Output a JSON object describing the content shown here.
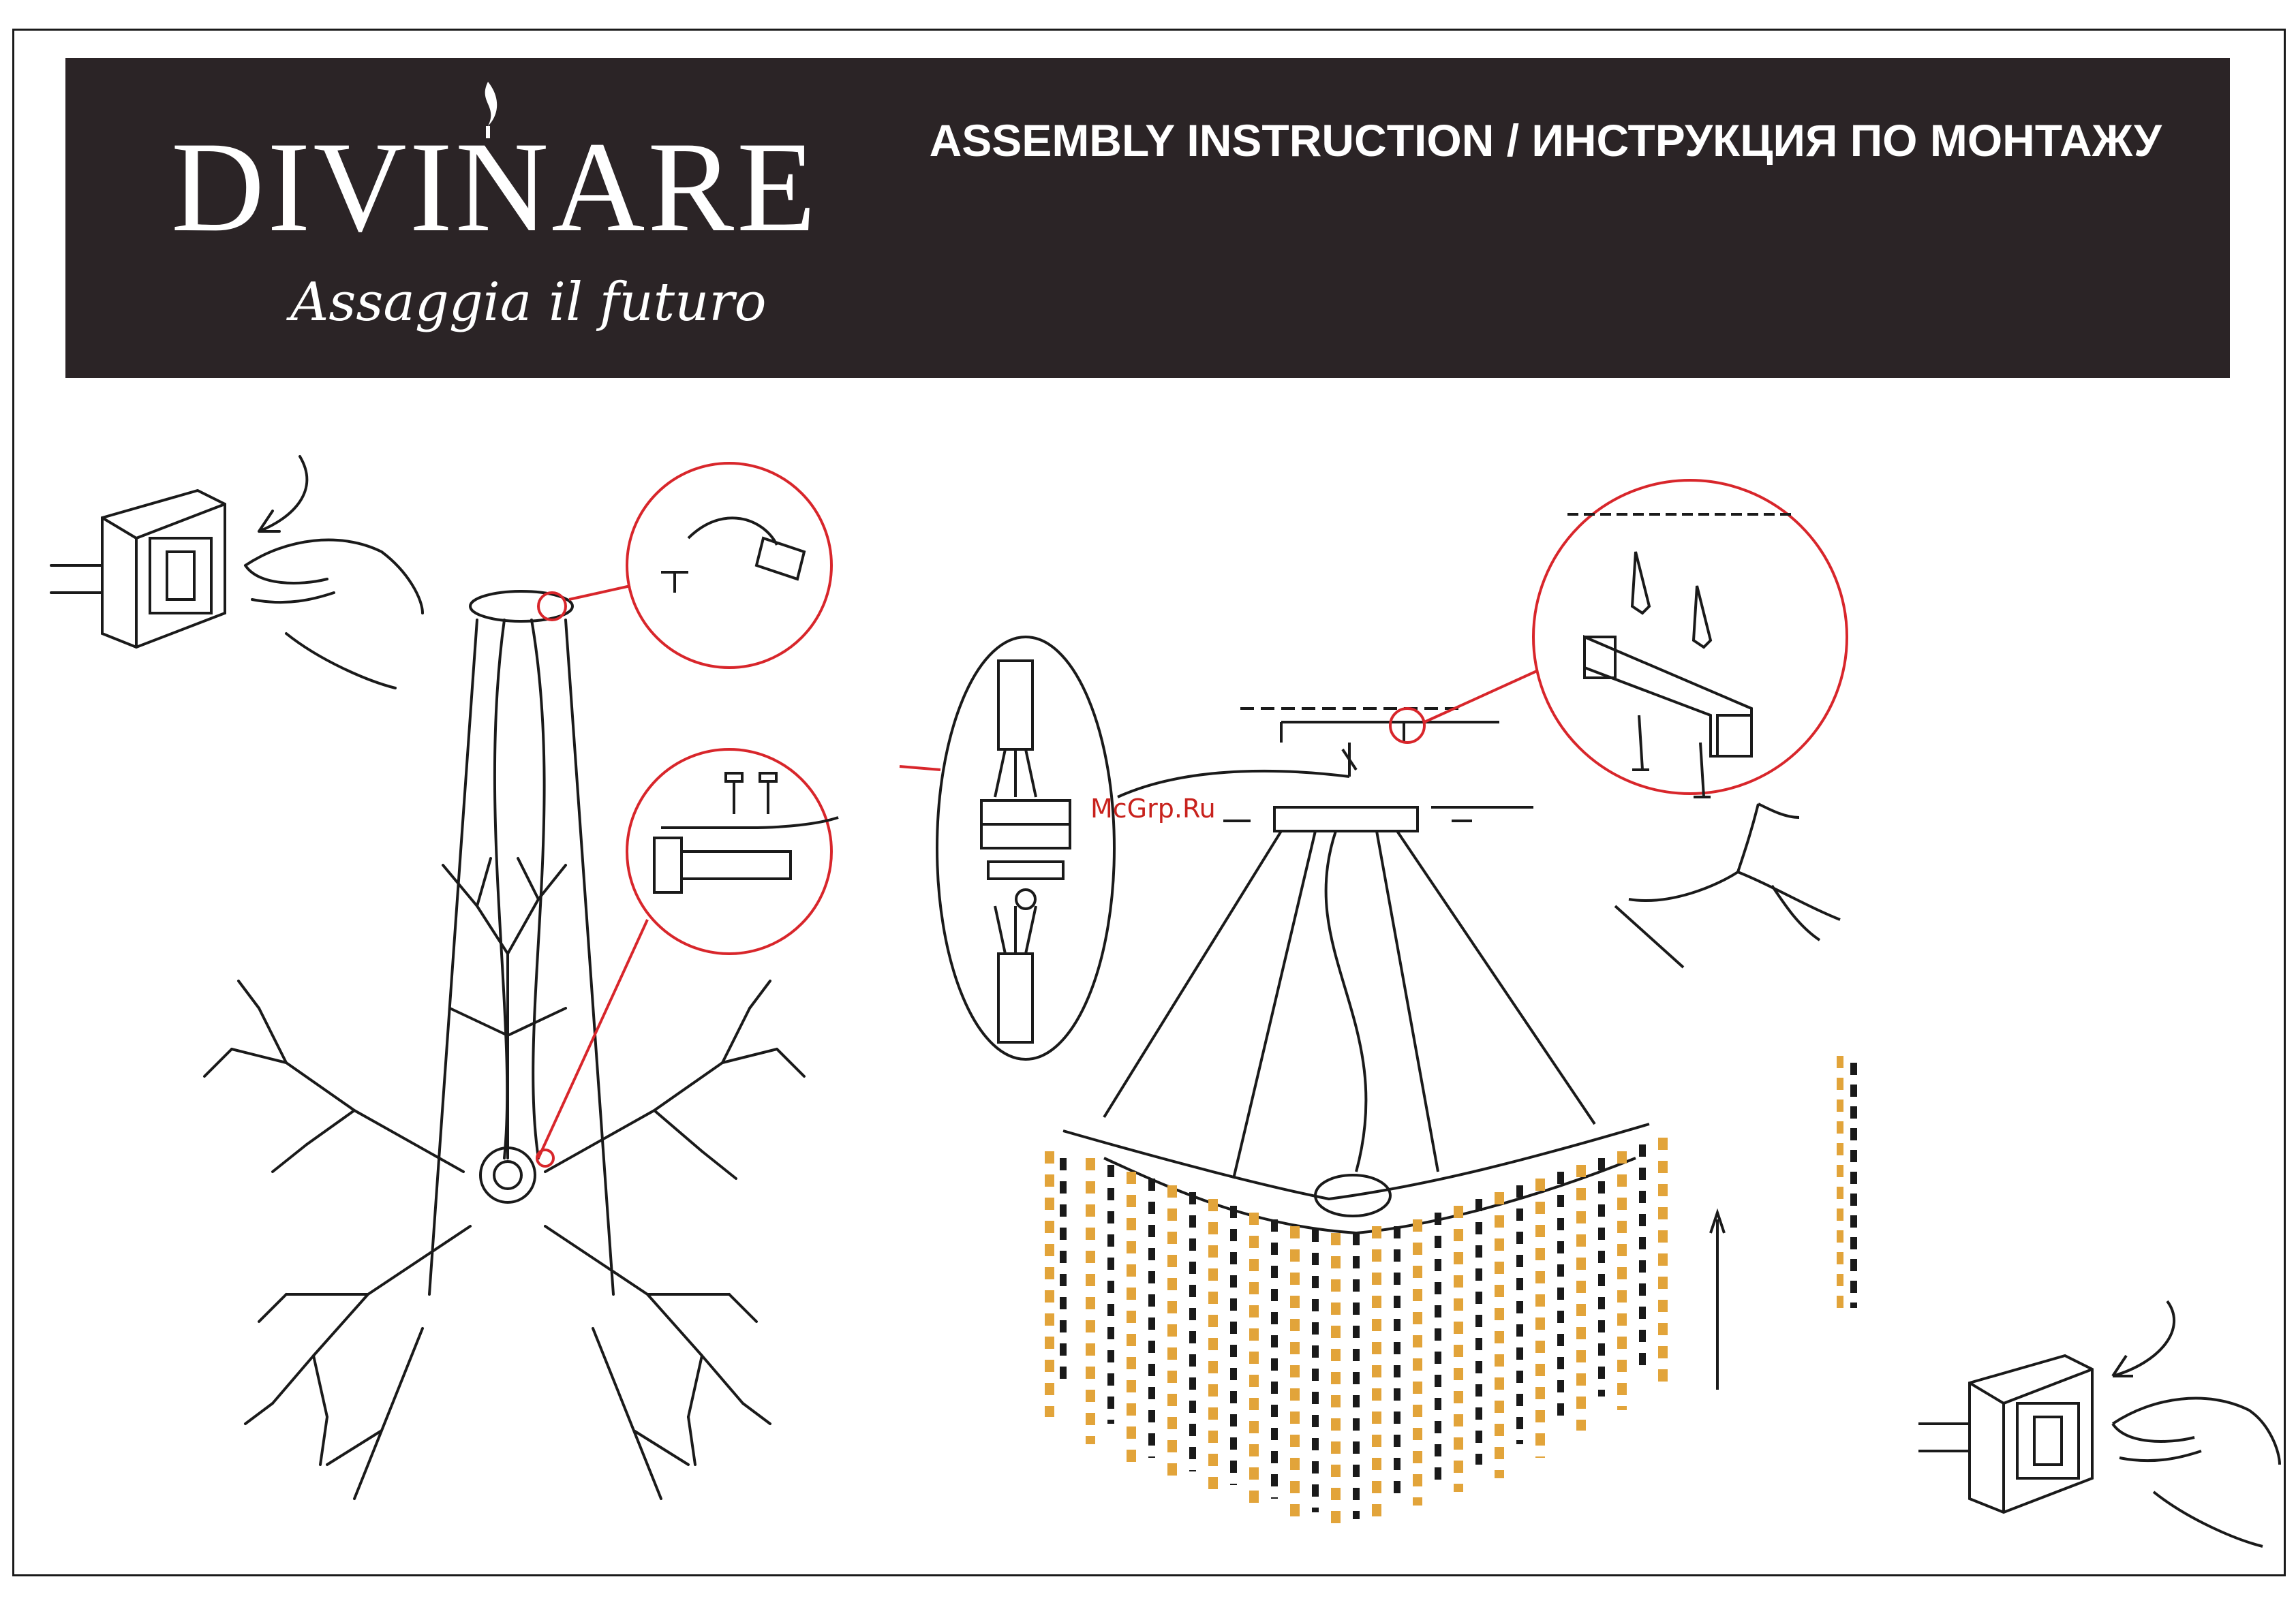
{
  "header": {
    "brand": "DIVINARE",
    "tagline": "Assaggia il futuro",
    "title": "ASSEMBLY INSTRUCTION / ИНСТРУКЦИЯ ПО МОНТАЖУ"
  },
  "watermark": "McGrp.Ru",
  "colors": {
    "banner": "#2b2426",
    "callout_circle": "#d8262b",
    "crystal": "#e2a43a",
    "line": "#1a1a1a"
  },
  "icons": [
    "wall-switch-icon",
    "hand-icon",
    "down-arrow-icon",
    "up-arrow-icon",
    "screw-icon",
    "wall-plug-icon",
    "terminal-block-icon",
    "mounting-bracket-icon",
    "branch-icon",
    "crystal-strand-icon"
  ]
}
